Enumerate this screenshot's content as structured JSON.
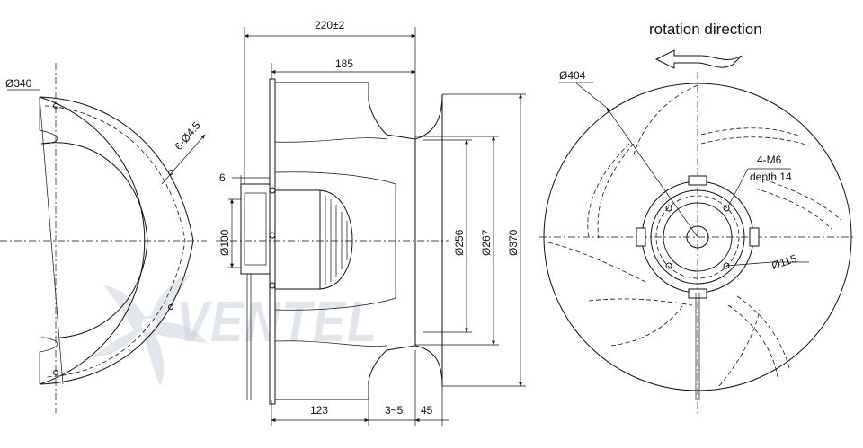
{
  "drawing": {
    "left_view": {
      "flange_dia": "Ø340",
      "holes": "6-Ø4.5"
    },
    "side_view": {
      "overall_length": "220±2",
      "length_185": "185",
      "flange_thickness": "6",
      "hub_dia": "Ø100",
      "inlet_dia_256": "Ø256",
      "inlet_dia_267": "Ø267",
      "inlet_dia_370": "Ø370",
      "length_123": "123",
      "gap": "3~5",
      "length_45": "45"
    },
    "front_view": {
      "rotation_label": "rotation direction",
      "impeller_dia": "Ø404",
      "thread": "4-M6",
      "thread_depth": "depth 14",
      "bolt_circle": "Ø115"
    },
    "watermark": {
      "logo_text": "VENTEL"
    }
  }
}
